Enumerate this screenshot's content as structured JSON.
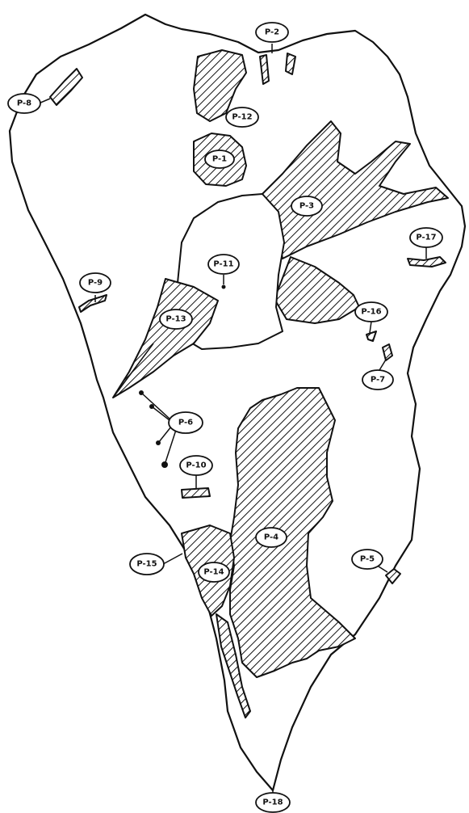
{
  "labels": {
    "p1": "P-1",
    "p2": "P-2",
    "p3": "P-3",
    "p4": "P-4",
    "p5": "P-5",
    "p6": "P-6",
    "p7": "P-7",
    "p8": "P-8",
    "p9": "P-9",
    "p10": "P-10",
    "p11": "P-11",
    "p12": "P-12",
    "p13": "P-13",
    "p14": "P-14",
    "p15": "P-15",
    "p16": "P-16",
    "p17": "P-17",
    "p18": "P-18"
  },
  "colors": {
    "ink": "#111111",
    "paper": "#ffffff"
  }
}
